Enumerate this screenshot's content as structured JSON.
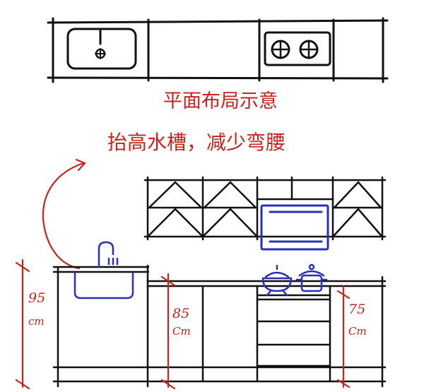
{
  "annotations": {
    "plan_caption": "平面布局示意",
    "elevation_note": "抬高水槽，减少弯腰"
  },
  "measurements": {
    "sink_height_value": "95",
    "sink_height_unit": "cm",
    "counter_height_value": "85",
    "counter_height_unit": "Cm",
    "stove_height_value": "75",
    "stove_height_unit": "Cm"
  },
  "colors": {
    "ink": "#111111",
    "annotation_red": "#c8231d",
    "fixture_blue": "#2a2fb5"
  }
}
